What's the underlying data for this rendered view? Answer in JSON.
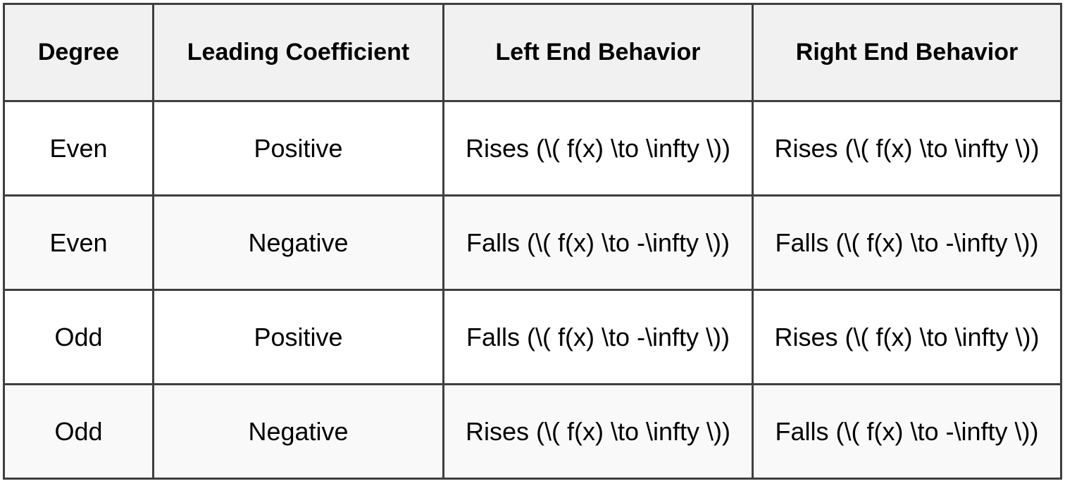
{
  "table": {
    "columns": [
      {
        "key": "degree",
        "header": "Degree"
      },
      {
        "key": "leading",
        "header": "Leading Coefficient"
      },
      {
        "key": "left",
        "header": "Left End Behavior"
      },
      {
        "key": "right",
        "header": "Right End Behavior"
      }
    ],
    "headers": {
      "degree": "Degree",
      "leading": "Leading Coefficient",
      "left": "Left End Behavior",
      "right": "Right End Behavior"
    },
    "rows": [
      {
        "degree": "Even",
        "leading": "Positive",
        "left": "Rises (\\( f(x) \\to \\infty \\))",
        "right": "Rises (\\( f(x) \\to \\infty \\))"
      },
      {
        "degree": "Even",
        "leading": "Negative",
        "left": "Falls (\\( f(x) \\to -\\infty \\))",
        "right": "Falls (\\( f(x) \\to -\\infty \\))"
      },
      {
        "degree": "Odd",
        "leading": "Positive",
        "left": "Falls (\\( f(x) \\to -\\infty \\))",
        "right": "Rises (\\( f(x) \\to \\infty \\))"
      },
      {
        "degree": "Odd",
        "leading": "Negative",
        "left": "Rises (\\( f(x) \\to \\infty \\))",
        "right": "Falls (\\( f(x) \\to -\\infty \\))"
      }
    ]
  },
  "style": {
    "border_color": "#3f3f3f",
    "header_background": "#f1f1f1",
    "row_background_odd": "#ffffff",
    "row_background_even": "#f9f9f9",
    "text_color": "#000000"
  }
}
